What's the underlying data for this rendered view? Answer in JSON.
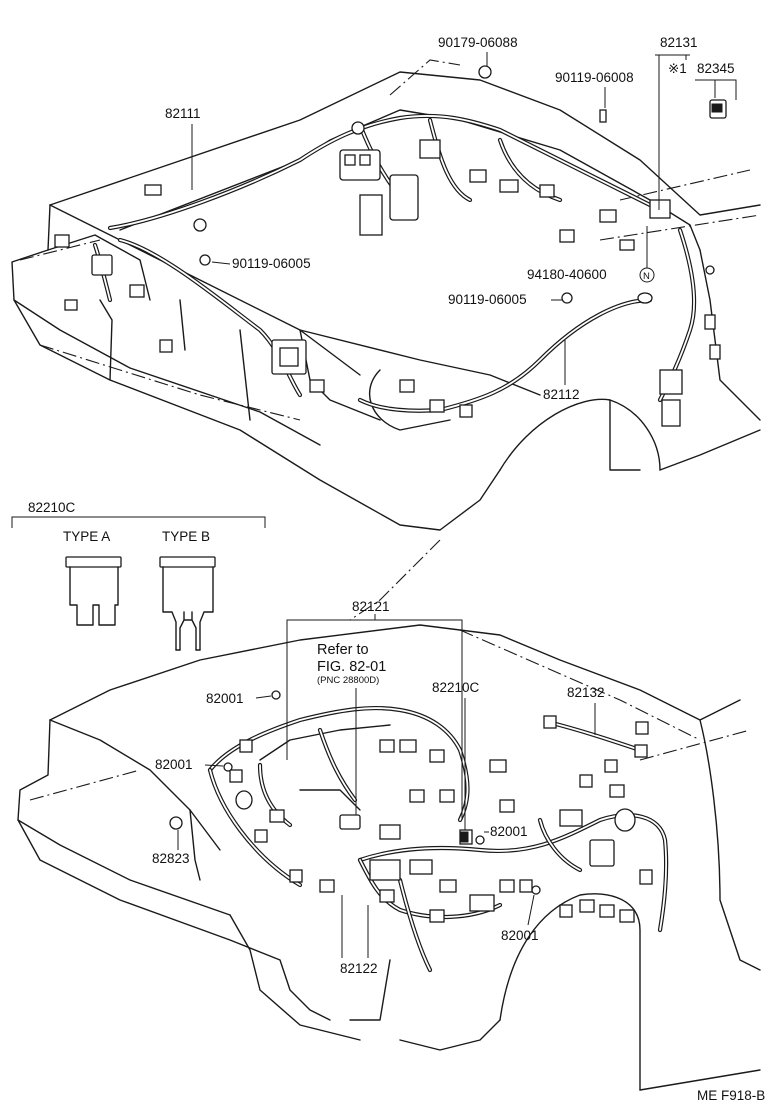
{
  "top_labels": {
    "p90179": "90179-06088",
    "p82131": "82131",
    "p90119a": "90119-06008",
    "p82345_mark": "※1",
    "p82345": "82345",
    "p82111": "82111",
    "p90119b": "90119-06005",
    "p94180": "94180-40600",
    "p94180_mark": "N",
    "p90119c": "90119-06005",
    "p82112": "82112"
  },
  "fuse_panel": {
    "part": "82210C",
    "type_a": "TYPE A",
    "type_b": "TYPE B"
  },
  "bottom_labels": {
    "p82121": "82121",
    "refer_line1": "Refer to",
    "refer_line2": "FIG. 82-01",
    "refer_line3": "(PNC 28800D)",
    "p82001a": "82001",
    "p82210c": "82210C",
    "p82132": "82132",
    "p82001b": "82001",
    "p82823": "82823",
    "p82001c": "82001",
    "p82122": "82122",
    "p82001d": "82001"
  },
  "footer": {
    "code": "ME F918-B"
  }
}
